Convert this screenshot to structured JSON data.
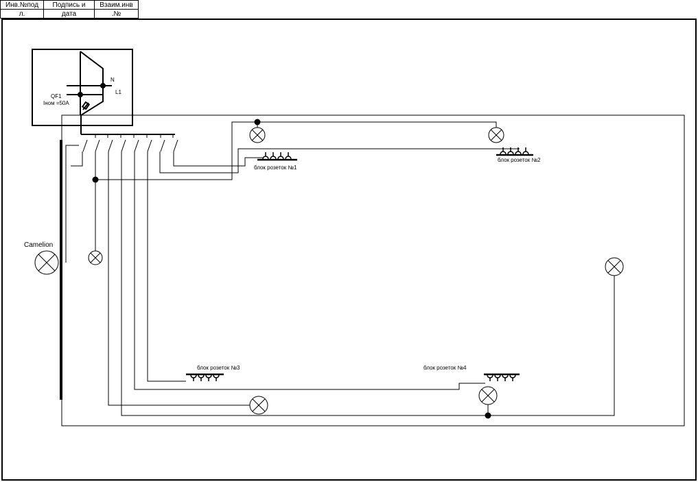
{
  "stamp": {
    "headers": [
      "Инв.№под",
      "Подпись и",
      "Взаим.инв"
    ],
    "subheaders": [
      "л.",
      "дата",
      ".№"
    ]
  },
  "panel": {
    "breaker_label": "QF1",
    "rating": "Iном =50А",
    "neutral": "N",
    "phase": "L1"
  },
  "lamp_label": "Camelion",
  "sockets": [
    "блок розеток №1",
    "блок розеток №2",
    "блок розеток №3",
    "блок розеток №4"
  ]
}
